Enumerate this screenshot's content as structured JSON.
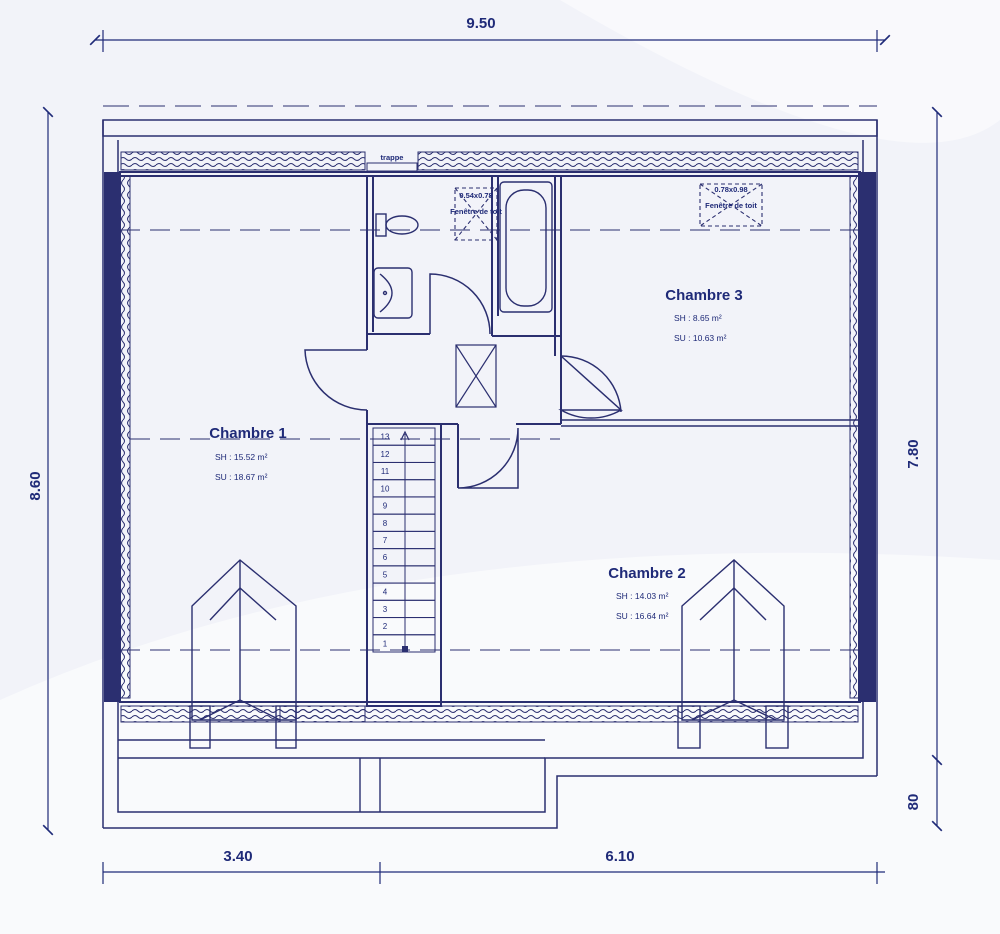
{
  "dimensions": {
    "top_width": "9.50",
    "left_height": "8.60",
    "right_height": "7.80",
    "right_small": "80",
    "bottom_left": "3.40",
    "bottom_right": "6.10"
  },
  "rooms": [
    {
      "name": "Chambre 1",
      "sh": "SH : 15.52 m²",
      "su": "SU : 18.67 m²"
    },
    {
      "name": "Chambre 2",
      "sh": "SH : 14.03 m²",
      "su": "SU : 16.64 m²"
    },
    {
      "name": "Chambre 3",
      "sh": "SH : 8.65 m²",
      "su": "SU : 10.63 m²"
    }
  ],
  "labels": {
    "trappe": "trappe",
    "skylight_left_size": "0.54x0.78",
    "skylight_left_label": "Fenêtre de toit",
    "skylight_right_size": "0.78x0.98",
    "skylight_right_label": "Fenêtre de toit"
  },
  "stairs": {
    "steps": [
      "1",
      "2",
      "3",
      "4",
      "5",
      "6",
      "7",
      "8",
      "9",
      "10",
      "11",
      "12",
      "13"
    ]
  },
  "colors": {
    "ink": "#1f2a78",
    "wall": "#2b2f70",
    "background": "#f2f3f9"
  }
}
